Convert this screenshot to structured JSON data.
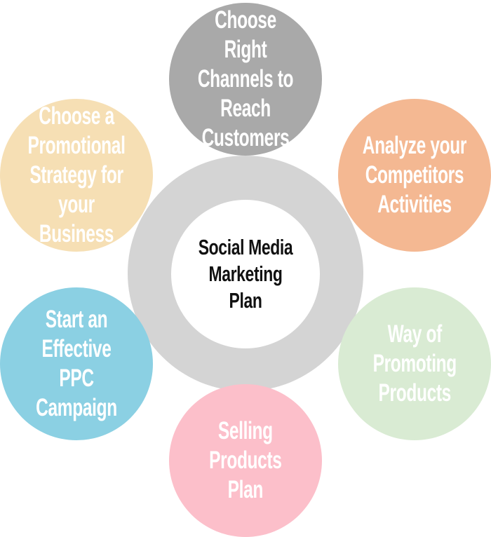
{
  "center": {
    "label": "Social Media\nMarketing Plan",
    "ring_color": "#d4d4d4"
  },
  "nodes": [
    {
      "id": "top",
      "label": "Choose Right\nChannels to\nReach\nCustomers",
      "color": "#a9a9a9"
    },
    {
      "id": "tr",
      "label": "Analyze your\nCompetitors\nActivities",
      "color": "#f4b892"
    },
    {
      "id": "br",
      "label": "Way of\nPromoting\nProducts",
      "color": "#d9ebd3"
    },
    {
      "id": "bottom",
      "label": "Selling\nProducts\nPlan",
      "color": "#fcbfca"
    },
    {
      "id": "bl",
      "label": "Start an\nEffective PPC\nCampaign",
      "color": "#8bd0e3"
    },
    {
      "id": "tl",
      "label": "Choose a\nPromotional\nStrategy for\nyour Business",
      "color": "#f6dfb4"
    }
  ]
}
